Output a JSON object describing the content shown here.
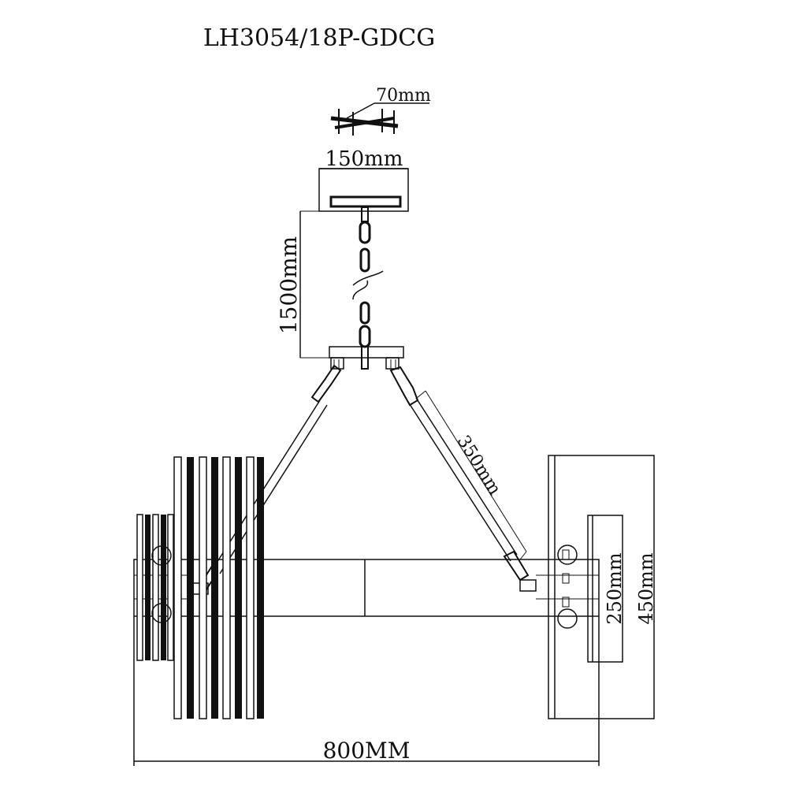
{
  "title": "LH3054/18P-GDCG",
  "dimensions": {
    "canopy_depth": "70mm",
    "canopy_width": "150mm",
    "chain_length": "1500mm",
    "arm_length": "350mm",
    "inner_height": "250mm",
    "outer_height": "450mm",
    "overall_width": "800MM"
  }
}
